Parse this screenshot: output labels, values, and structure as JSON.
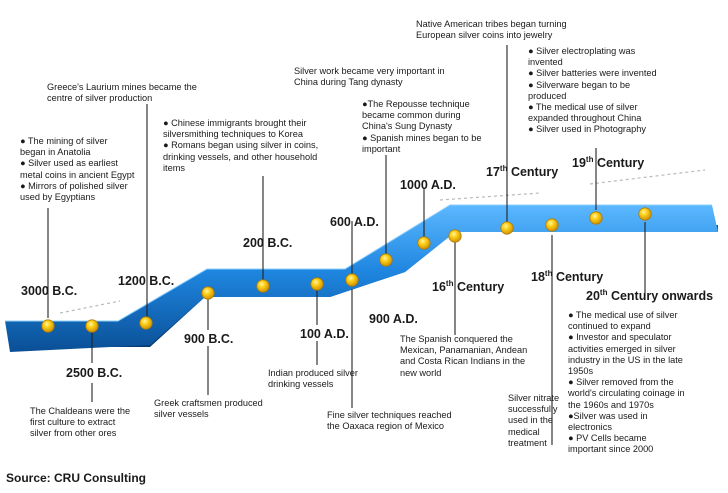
{
  "source": "Source: CRU Consulting",
  "colors": {
    "band_top": "#3ea6ff",
    "band_mid": "#1e83dd",
    "band_bottom": "#0b4f95",
    "marker": "#f2b600",
    "leader": "#222222"
  },
  "eras": [
    {
      "id": "3000bc",
      "text": "3000 B.C."
    },
    {
      "id": "2500bc",
      "text": "2500 B.C."
    },
    {
      "id": "1200bc",
      "text": "1200 B.C."
    },
    {
      "id": "900bc",
      "text": "900 B.C."
    },
    {
      "id": "200bc",
      "text": "200 B.C."
    },
    {
      "id": "100ad",
      "text": "100 A.D."
    },
    {
      "id": "600ad",
      "text": "600 A.D."
    },
    {
      "id": "900ad",
      "text": "900 A.D."
    },
    {
      "id": "1000ad",
      "text": "1000 A.D."
    },
    {
      "id": "c16",
      "num": "16",
      "sup": "th",
      "rest": " Century"
    },
    {
      "id": "c17",
      "num": "17",
      "sup": "th",
      "rest": " Century"
    },
    {
      "id": "c18",
      "num": "18",
      "sup": "th",
      "rest": " Century"
    },
    {
      "id": "c19",
      "num": "19",
      "sup": "th",
      "rest": " Century"
    },
    {
      "id": "c20",
      "num": "20",
      "sup": "th",
      "rest": " Century onwards"
    }
  ],
  "events": [
    {
      "id": "e3000bc",
      "text": "● The mining of silver\n   began in Anatolia\n● Silver used as earliest\n   metal coins in ancient Egypt\n● Mirrors of polished silver\n   used by Egyptians"
    },
    {
      "id": "e2500bc",
      "text": "The Chaldeans were the\nfirst culture to extract\nsilver from other ores"
    },
    {
      "id": "e1200bc",
      "text": "Greece's Laurium mines became the\ncentre of silver production"
    },
    {
      "id": "e900bc",
      "text": "Greek craftsmen produced\nsilver vessels"
    },
    {
      "id": "e200bc",
      "text": "● Chinese immigrants brought their\n   silversmithing techniques to Korea\n● Romans began using silver in coins,\n   drinking vessels, and other household\n   items"
    },
    {
      "id": "e100ad",
      "text": "Indian produced silver\ndrinking vessels"
    },
    {
      "id": "e600ad",
      "text": "Silver work became very important in\nChina during Tang dynasty"
    },
    {
      "id": "e900ad",
      "text": "●The Repousse technique\n   became common during\nChina's Sung Dynasty\n● Spanish mines began to be\nimportant"
    },
    {
      "id": "e1000ad",
      "text": "Fine silver techniques reached\nthe Oaxaca region of Mexico"
    },
    {
      "id": "e16c",
      "text": "The Spanish conquered the\nMexican, Panamanian, Andean\nand Costa Rican Indians in the\nnew world"
    },
    {
      "id": "e17c",
      "text": "Native American tribes began turning\nEuropean silver coins into jewelry"
    },
    {
      "id": "e18c",
      "text": "Silver nitrate\nsuccessfully\nused in the\nmedical\ntreatment"
    },
    {
      "id": "e19c",
      "text": "● Silver electroplating was\ninvented\n● Silver batteries were invented\n● Silverware began to be\nproduced\n● The medical use of silver\nexpanded throughout China\n● Silver used in Photography"
    },
    {
      "id": "e20c",
      "text": "● The medical use of silver\n   continued to expand\n● Investor and speculator\n   activities emerged in silver\n   industry in the US in the late\n   1950s\n● Silver removed from the\n   world's circulating coinage in\n   the 1960s and 1970s\n●Silver was used in\n   electronics\n● PV Cells became\n   important since 2000"
    }
  ]
}
